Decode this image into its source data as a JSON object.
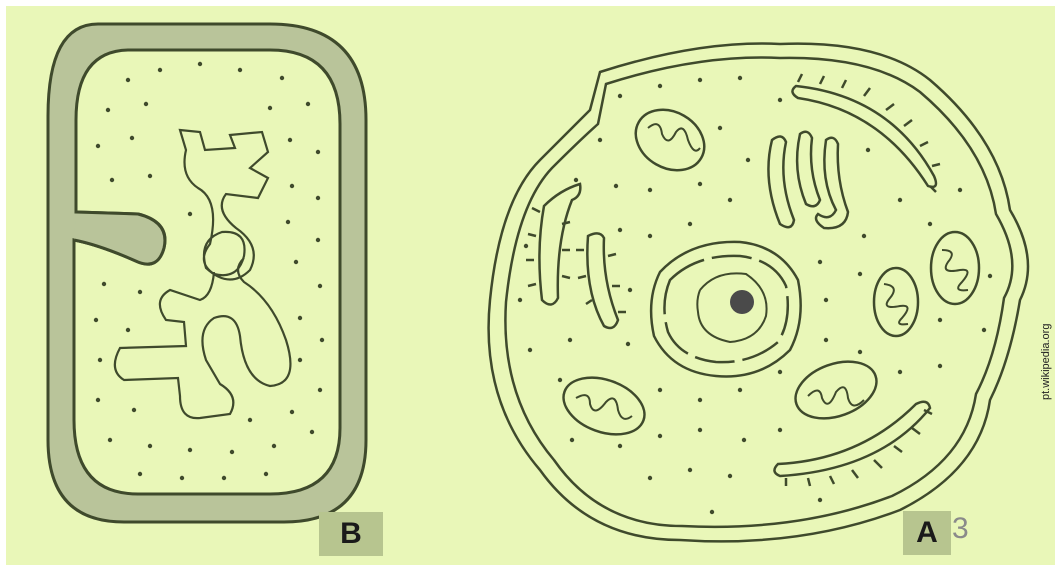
{
  "labels": {
    "prokaryote": "B",
    "eukaryote": "A",
    "eukaryote_ghost": "3"
  },
  "credit": "pt.wikipedia.org",
  "colors": {
    "background": "#e9f7b8",
    "ink": "#3f4a2c",
    "wall_fill": "#b9c49a",
    "label_box": "#b7c58f"
  }
}
